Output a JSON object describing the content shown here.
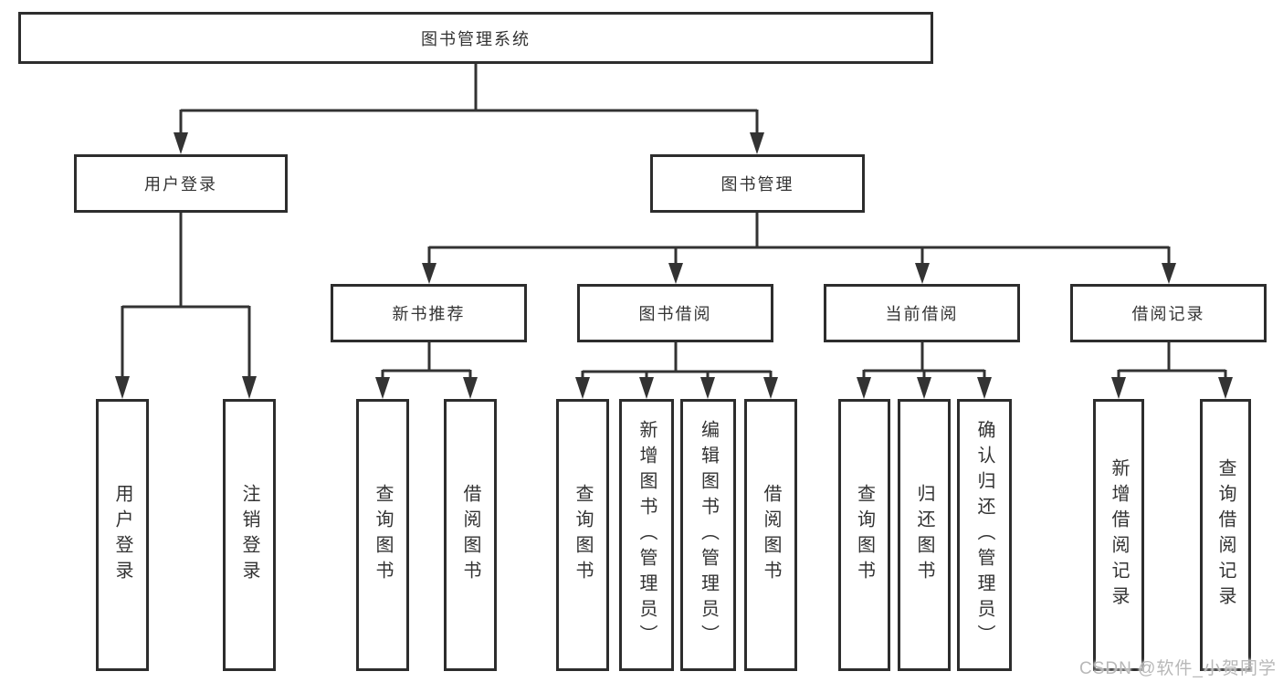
{
  "tree": {
    "root": {
      "label": "图书管理系统",
      "children": [
        {
          "label": "用户登录",
          "children": [
            {
              "label": "用户登录"
            },
            {
              "label": "注销登录"
            }
          ]
        },
        {
          "label": "图书管理",
          "children": [
            {
              "label": "新书推荐",
              "children": [
                {
                  "label": "查询图书"
                },
                {
                  "label": "借阅图书"
                }
              ]
            },
            {
              "label": "图书借阅",
              "children": [
                {
                  "label": "查询图书"
                },
                {
                  "label": "新增图书（管理员）"
                },
                {
                  "label": "编辑图书（管理员）"
                },
                {
                  "label": "借阅图书"
                }
              ]
            },
            {
              "label": "当前借阅",
              "children": [
                {
                  "label": "查询图书"
                },
                {
                  "label": "归还图书"
                },
                {
                  "label": "确认归还（管理员）"
                }
              ]
            },
            {
              "label": "借阅记录",
              "children": [
                {
                  "label": "新增借阅记录"
                },
                {
                  "label": "查询借阅记录"
                }
              ]
            }
          ]
        }
      ]
    }
  },
  "watermark": "CSDN @软件_小贺同学",
  "colors": {
    "line": "#333333",
    "border": "#2d2d2d",
    "text": "#333333",
    "watermark": "#b8b8b8",
    "background": "#ffffff"
  }
}
